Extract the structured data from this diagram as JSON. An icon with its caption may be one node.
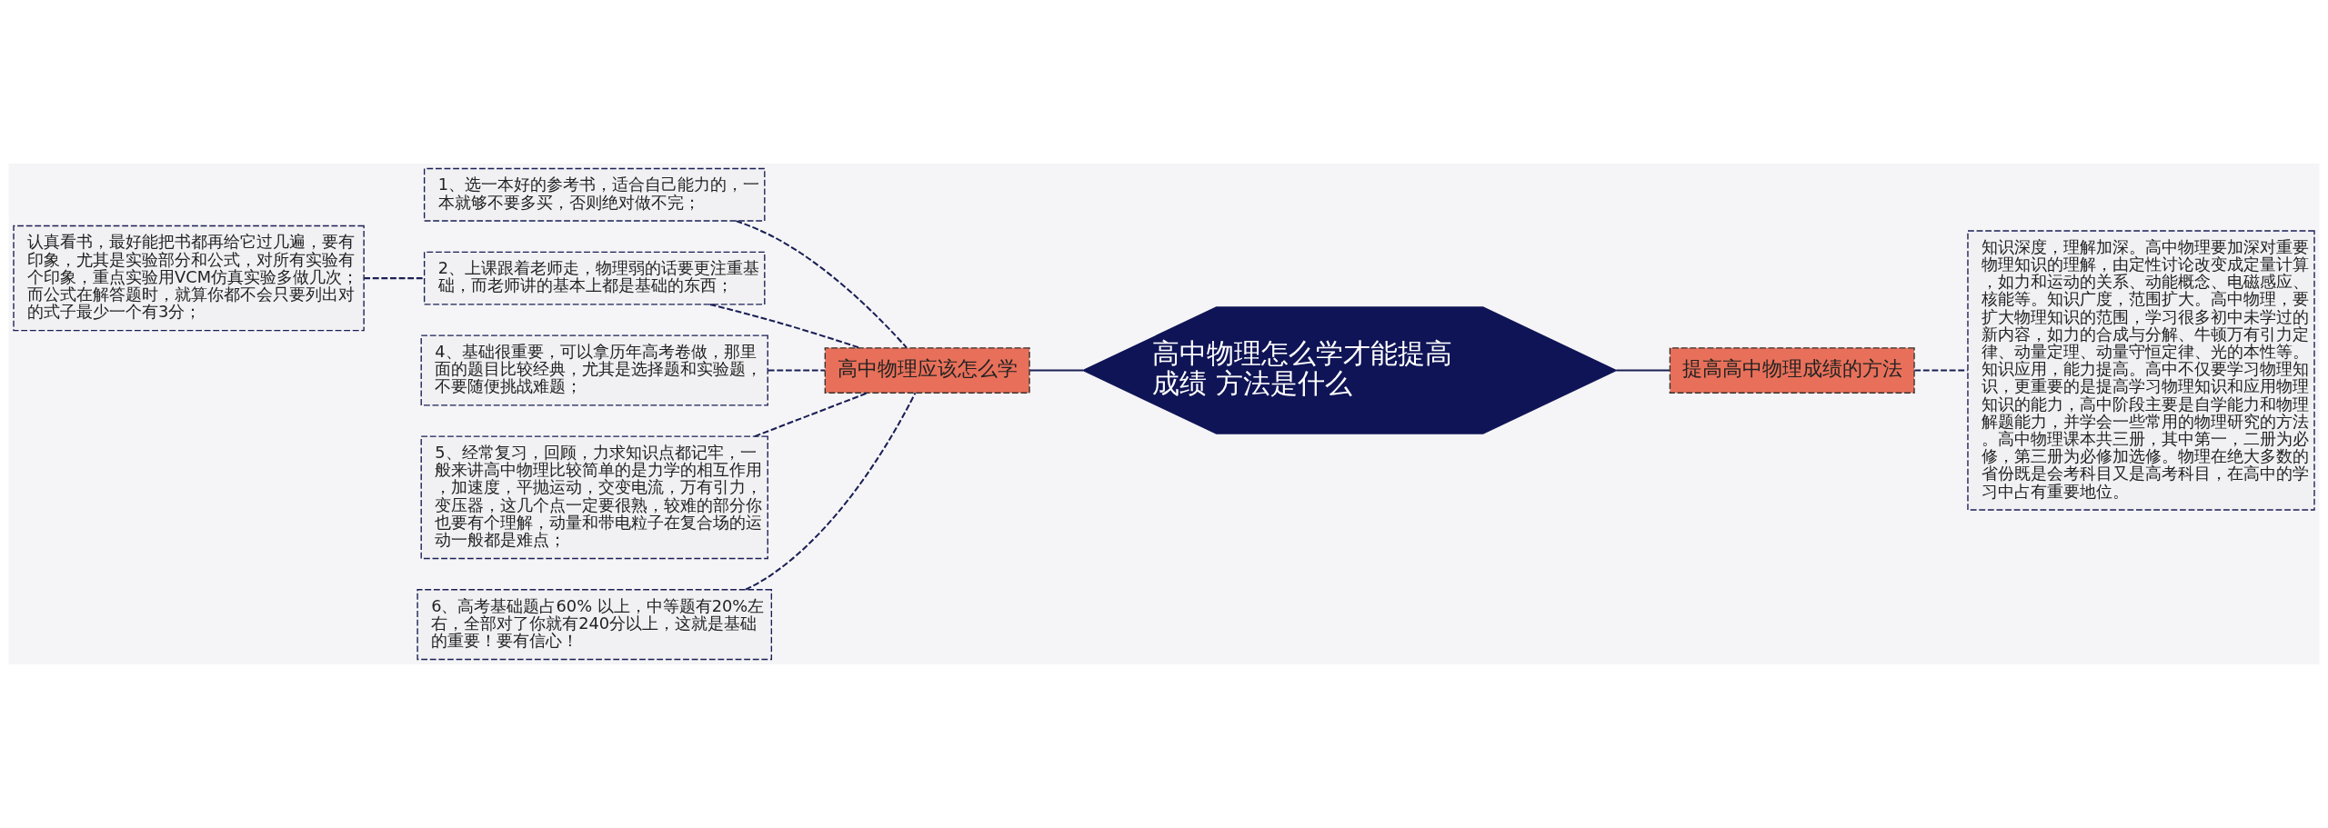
{
  "diagram": {
    "nodes": [
      {
        "text": [
          "高中物理怎么学才能提高成绩 方法是什么"
        ]
      },
      {
        "text": [
          "高中物理应该怎么学"
        ]
      },
      {
        "text": [
          "提高高中物理成绩的方法"
        ]
      },
      {
        "text": [
          "1、选一本好的参考书，适合自己能力的，一本就够不要多买，否则绝对做不完；"
        ]
      },
      {
        "text": [
          "2、上课跟着老师走，物理弱的话要更注重基础，而老师讲的基本上都是基础的东西；"
        ]
      },
      {
        "text": [
          "认真看书，最好能把书都再给它过几遍，要有印象，尤其是实验部分和公式，对所有实验有个印象，重点实验用VCM仿真实验多做几次；而公式在解答题时，就算你都不会只要列出对的式子最少一个有3分；"
        ]
      },
      {
        "text": [
          "4、基础很重要，可以拿历年高考卷做，那里面的题目比较经典，尤其是选择题和实验题，不要随便挑战难题；"
        ]
      },
      {
        "text": [
          "5、经常复习，回顾，力求知识点都记牢，一般来讲高中物理比较简单的是力学的相互作用，加速度，平抛运动，交变电流，万有引力，变压器，这几个点一定要很熟，较难的部分你也要有个理解，动量和带电粒子在复合场的运动一般都是难点；"
        ]
      },
      {
        "text": [
          "6、高考基础题占60% 以上，中等题有20%左右，全部对了你就有240分以上，这就是基础的重要！要有信心！"
        ]
      },
      {
        "text": [
          "知识深度，理解加深。高中物理要加深对重要物理知识的理解，由定性讨论改变成定量计算，如力和运动的关系、动能概念、电磁感应、核能等。知识广度，范围扩大。高中物理，要扩大物理知识的范围，学习很多初中未学过的新内容，如力的合成与分解、牛顿万有引力定律、动量定理、动量守恒定律、光的本性等。知识应用，能力提高。高中不仅要学习物理知识，更重要的是提高学习物理知识和应用物理知识的能力，高中阶段主要是自学能力和物理解题能力，并学会一些常用的物理研究的方法。高中物理课本共三册，其中第一，二册为必修，第三册为必修加选修。物理在绝大多数的省份既是会考科目又是高考科目，在高中的学习中占有重要地位。"
        ]
      }
    ],
    "edges": [
      {
        "from": 0,
        "to": 1,
        "arrow": "none"
      },
      {
        "from": 0,
        "to": 2,
        "arrow": "none"
      },
      {
        "from": 1,
        "to": 3,
        "arrow": "none",
        "style": "dashed"
      },
      {
        "from": 1,
        "to": 4,
        "arrow": "none",
        "style": "dashed"
      },
      {
        "from": 4,
        "to": 5,
        "arrow": "none",
        "style": "dashed"
      },
      {
        "from": 1,
        "to": 6,
        "arrow": "none",
        "style": "dashed"
      },
      {
        "from": 1,
        "to": 7,
        "arrow": "none",
        "style": "dashed"
      },
      {
        "from": 1,
        "to": 8,
        "arrow": "none",
        "style": "dashed"
      },
      {
        "from": 2,
        "to": 9,
        "arrow": "none",
        "style": "dashed"
      }
    ]
  }
}
